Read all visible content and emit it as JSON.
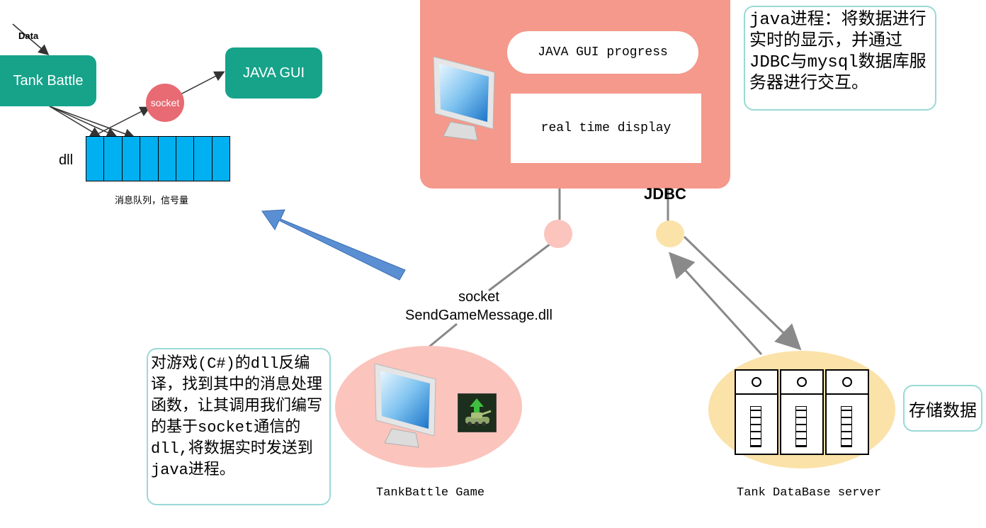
{
  "colors": {
    "java_panel": "#f4998b",
    "white": "#ffffff",
    "teal": "#16a38a",
    "queue_cell": "#00b0f0",
    "socket_node": "#e86a72",
    "pink_ellipse": "#fbc4bd",
    "yellow_ellipse": "#fbe2a9",
    "arrow_blue": "#5b8fd4",
    "callout_border": "#9ad9d6",
    "connector_gray": "#888888"
  },
  "small_diagram": {
    "data_label": "Data",
    "tank_battle": "Tank Battle",
    "java_gui": "JAVA GUI",
    "socket": "socket",
    "dll": "dll",
    "queue_caption": "消息队列，信号量"
  },
  "java_panel": {
    "gui_progress": "JAVA GUI progress",
    "real_time_display": "real time display",
    "jdbc": "JDBC"
  },
  "callouts": {
    "java_process": "java进程：将数据进行实时的显示，并通过JDBC与mysql数据库服务器进行交互。",
    "decompile": "对游戏(C#)的dll反编译，找到其中的消息处理函数，让其调用我们编写的基于socket通信的dll,将数据实时发送到java进程。",
    "store": "存储数据"
  },
  "socket_label": {
    "line1": "socket",
    "line2": "SendGameMessage.dll"
  },
  "captions": {
    "game": "TankBattle Game",
    "db": "Tank DataBase server"
  },
  "icons": [
    "monitor-icon",
    "tank-game-icon",
    "server-rack-icon"
  ]
}
